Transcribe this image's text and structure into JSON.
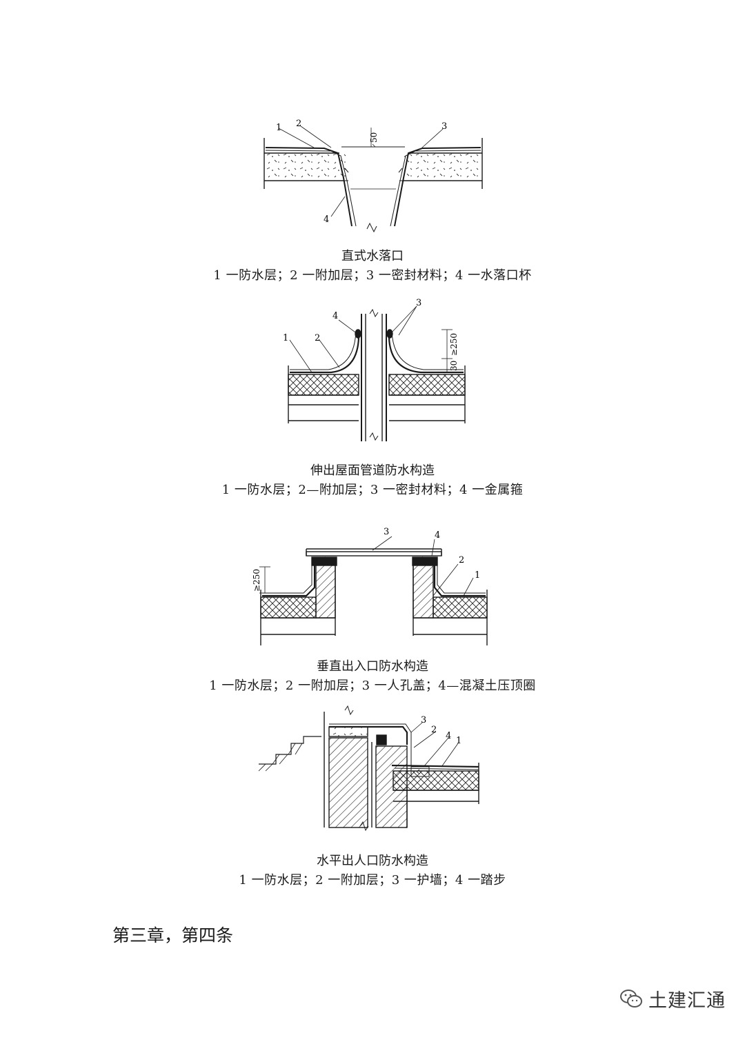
{
  "figures": [
    {
      "caption": "直式水落口",
      "legend": "1 一防水层；2 一附加层；3 一密封材料；4 一水落口杯",
      "labels": [
        "1",
        "2",
        "3",
        "4"
      ],
      "dims": [
        "50"
      ]
    },
    {
      "caption": "伸出屋面管道防水构造",
      "legend": "1 一防水层；2—附加层；3 一密封材料；4 一金属箍",
      "labels": [
        "1",
        "2",
        "3",
        "4"
      ],
      "dims": [
        "≥250",
        "30"
      ]
    },
    {
      "caption": "垂直出入口防水构造",
      "legend": "1 一防水层；2 一附加层；3 一人孔盖；4—混凝土压顶圈",
      "labels": [
        "3",
        "4",
        "2",
        "1"
      ],
      "dims": [
        "≥250"
      ]
    },
    {
      "caption": "水平出人口防水构造",
      "legend": "1 一防水层；2 一附加层；3 一护墙；4 一踏步",
      "labels": [
        "3",
        "2",
        "4",
        "1"
      ],
      "dims": []
    }
  ],
  "chapter_heading": "第三章，第四条",
  "watermark": {
    "text": "土建汇通",
    "icon": "wechat-icon"
  }
}
